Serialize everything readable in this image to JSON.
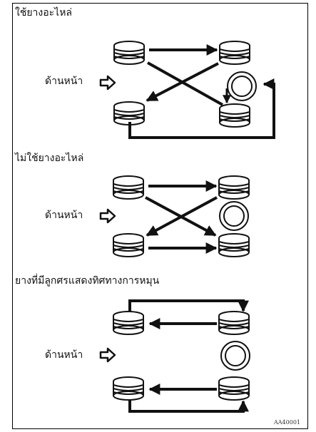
{
  "sections": [
    {
      "title": "ใช้ยางอะไหล่",
      "front_label": "ด้านหน้า"
    },
    {
      "title": "ไม่ใช้ยางอะไหล่",
      "front_label": "ด้านหน้า"
    },
    {
      "title": "ยางที่มีลูกศรแสดงทิศทางการหมุน",
      "front_label": "ด้านหน้า"
    }
  ],
  "code": "AA40001",
  "colors": {
    "ink": "#111111",
    "tire_fill": "#ffffff",
    "frame": "#000000"
  },
  "icons": [
    "tire-icon",
    "spare-tire-icon",
    "front-direction-arrow-icon"
  ]
}
